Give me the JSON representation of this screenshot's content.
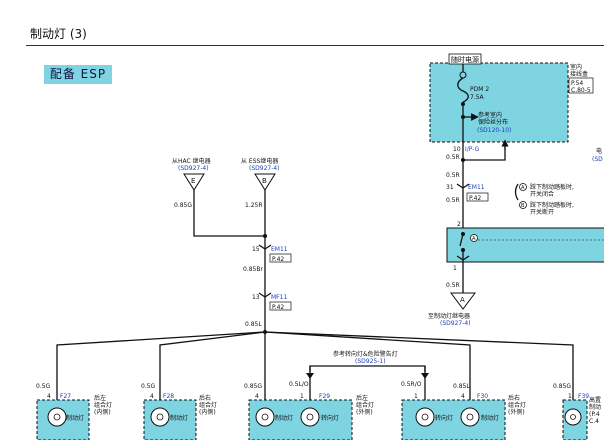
{
  "page": {
    "title": "制动灯 (3)",
    "variant": "配备 ESP"
  },
  "fuse_box": {
    "hot_label": "随时电源",
    "box_label": [
      "室内",
      "接线盒"
    ],
    "box_refs": [
      "P.54",
      "C.80-5"
    ],
    "fuse_name": "PDM 2",
    "fuse_rating": "7.5A",
    "dist_ref": [
      "参考室内",
      "保险丝分布"
    ],
    "dist_code": "(SD120-10)",
    "pin": "10",
    "connector": "I/P-G"
  },
  "wires": {
    "w1": "0.5R",
    "w2": "0.5R",
    "w3": "0.5R",
    "w4": "0.5R",
    "hac": "0.85G",
    "ess": "1.25R",
    "br": "0.85Br",
    "main": "0.85L"
  },
  "brake_switch": {
    "pin": "31",
    "connector": "EM11",
    "page": "P.42",
    "note_a": [
      "踩下制动踏板时,",
      "开关闭合"
    ],
    "note_b": [
      "踩下制动踏板时,",
      "开关断开"
    ],
    "pin2": "2",
    "pin1": "1"
  },
  "relay_out": {
    "letter": "A",
    "label": "至制动灯继电器",
    "code": "(SD927-4)"
  },
  "sources": {
    "hac_label": "从HAC 继电器",
    "hac_code": "(SD927-4)",
    "hac_letter": "E",
    "ess_label": "从 ESS继电器",
    "ess_code": "(SD927-4)",
    "ess_letter": "B"
  },
  "junctions": {
    "em11_pin": "15",
    "em11_name": "EM11",
    "em11_page": "P.42",
    "mf11_pin": "13",
    "mf11_name": "MF11",
    "mf11_page": "P.42"
  },
  "turn_ref": {
    "text": "参考转向灯&危险警告灯",
    "code": "(SD925-1)"
  },
  "right_edge": {
    "t1": "电",
    "t2": "(SD"
  },
  "lamps": {
    "l1": {
      "wire": "0.5G",
      "pin": "4",
      "conn": "F27",
      "label": "制动灯",
      "side": [
        "后左",
        "组合灯",
        "(内侧)"
      ]
    },
    "l2": {
      "wire": "0.5G",
      "pin": "4",
      "conn": "F28",
      "label": "制动灯",
      "side": [
        "后右",
        "组合灯",
        "(内侧)"
      ]
    },
    "l3": {
      "wire": "0.85G",
      "pin": "4",
      "label": "制动灯"
    },
    "l3t": {
      "wire": "0.5L/O",
      "pin": "1",
      "conn": "F29",
      "label": "转向灯",
      "side": [
        "后左",
        "组合灯",
        "(外侧)"
      ]
    },
    "l4t": {
      "wire": "0.5R/O",
      "pin": "1",
      "label": "转向灯"
    },
    "l4": {
      "wire": "0.85L",
      "pin": "4",
      "conn": "F30",
      "label": "制动灯",
      "side": [
        "后右",
        "组合灯",
        "(外侧)"
      ]
    },
    "l5": {
      "wire": "0.85G",
      "pin": "1",
      "conn": "F39",
      "side": [
        "高置",
        "制动",
        "(P.4",
        "C.4"
      ]
    }
  },
  "colors": {
    "component_fill": "#7fd4e2",
    "ref_blue": "#1a3fb8"
  }
}
